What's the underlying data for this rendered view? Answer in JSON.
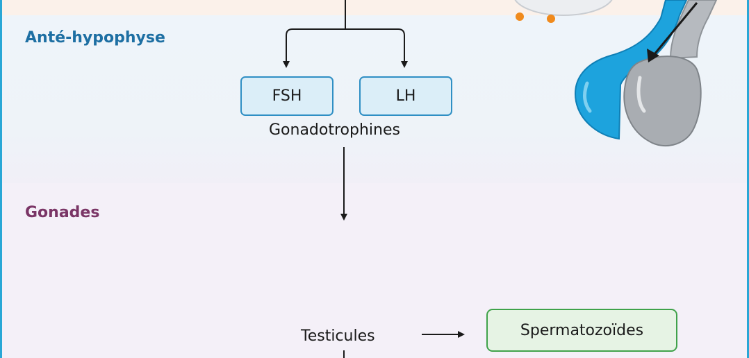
{
  "sections": {
    "ante_label": "Anté-hypophyse",
    "gonades_label": "Gonades"
  },
  "hormones": {
    "fsh": "FSH",
    "lh": "LH",
    "group_label": "Gonadotrophines"
  },
  "organs": {
    "testicules": "Testicules",
    "spermatozoides": "Spermatozoïdes"
  },
  "colors": {
    "frame_border": "#29a7d6",
    "ante_label": "#1d6fa3",
    "gonades_label": "#7a3566",
    "hormone_box_border": "#2f8fc4",
    "hormone_box_fill": "#dbeef8",
    "product_box_border": "#3fa24a",
    "product_box_fill": "#e6f3e4",
    "pituitary_blue": "#1da3dd",
    "pituitary_gray": "#a9adb2",
    "hormone_dots": "#f08a1c"
  },
  "icons": {
    "pituitary": "pituitary-gland-icon"
  }
}
